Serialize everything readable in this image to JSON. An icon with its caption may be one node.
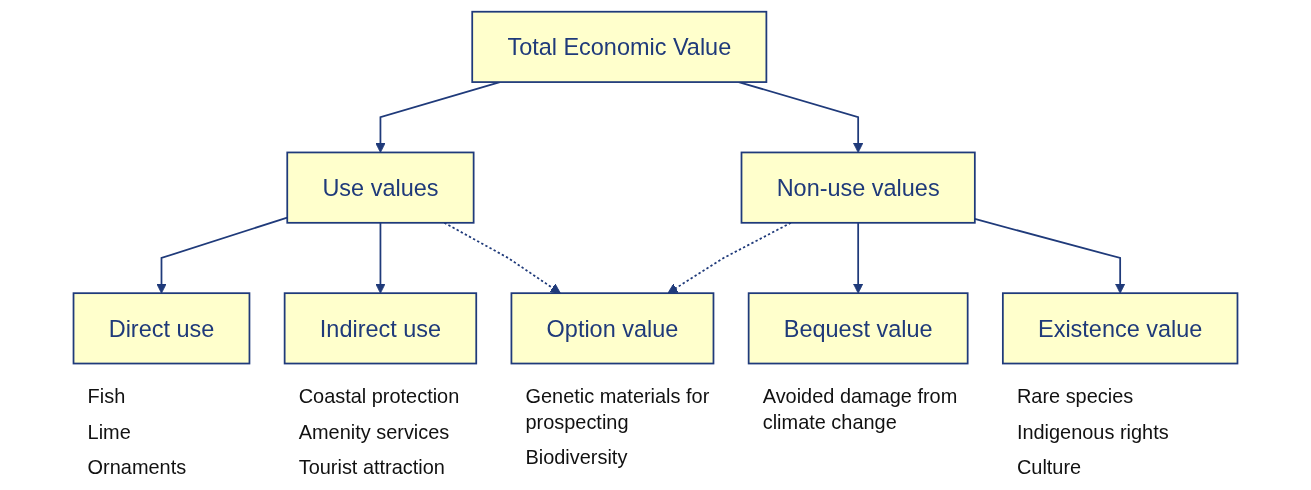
{
  "diagram": {
    "nodes": [
      {
        "text": [
          "Total Economic Value"
        ]
      },
      {
        "text": [
          "Use values"
        ]
      },
      {
        "text": [
          "Non-use values"
        ]
      },
      {
        "text": [
          "Direct use"
        ],
        "beside": [
          "Fish",
          "Lime",
          "Ornaments"
        ]
      },
      {
        "text": [
          "Indirect use"
        ],
        "beside": [
          "Coastal protection",
          "Amenity services",
          "Tourist attraction"
        ]
      },
      {
        "text": [
          "Option value"
        ],
        "beside": [
          "Genetic materials for prospecting",
          "Biodiversity"
        ]
      },
      {
        "text": [
          "Bequest value"
        ],
        "beside": [
          "Avoided damage from climate change"
        ]
      },
      {
        "text": [
          "Existence value"
        ],
        "beside": [
          "Rare species",
          "Indigenous rights",
          "Culture"
        ]
      }
    ],
    "edges": [
      {
        "from": 0,
        "to": 1,
        "arrow": "to"
      },
      {
        "from": 0,
        "to": 2,
        "arrow": "to"
      },
      {
        "from": 1,
        "to": 3,
        "arrow": "to"
      },
      {
        "from": 1,
        "to": 4,
        "arrow": "to"
      },
      {
        "from": 1,
        "to": 5,
        "arrow": "to",
        "style": "dashed"
      },
      {
        "from": 2,
        "to": 5,
        "arrow": "to",
        "style": "dashed"
      },
      {
        "from": 2,
        "to": 6,
        "arrow": "to"
      },
      {
        "from": 2,
        "to": 7,
        "arrow": "to"
      }
    ]
  }
}
